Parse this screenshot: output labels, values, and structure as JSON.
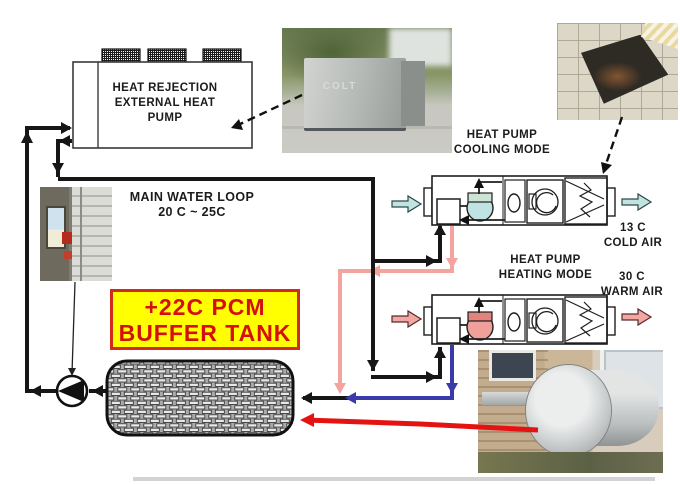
{
  "diagram": {
    "heat_rejection_unit": {
      "line1": "HEAT REJECTION",
      "line2": "EXTERNAL HEAT",
      "line3": "PUMP"
    },
    "main_water_loop": {
      "line1": "MAIN WATER LOOP",
      "line2": "20 C ~ 25C"
    },
    "cooling_unit": {
      "line1": "HEAT PUMP",
      "line2": "COOLING MODE"
    },
    "heating_unit": {
      "line1": "HEAT PUMP",
      "line2": "HEATING MODE"
    },
    "cold_air": {
      "line1": "13 C",
      "line2": "COLD AIR"
    },
    "warm_air": {
      "line1": "30 C",
      "line2": "WARM AIR"
    },
    "buffer_tank_label": {
      "line1": "+22C PCM",
      "line2": "BUFFER TANK"
    },
    "photo_brand": "COLT"
  },
  "colors": {
    "pipe_black": "#161616",
    "pipe_pink": "#f3a49e",
    "pipe_blue": "#3a3aab",
    "pipe_red": "#e51212",
    "air_cold": "#c2e3e0",
    "air_warm": "#f2a8a2",
    "coil_cool": "#bfe2e2",
    "coil_heat": "#efa09b",
    "coil_top_cool": "#cde3d6",
    "coil_top_heat": "#e2837c",
    "label_bg_yellow": "#ffff00",
    "label_red": "#d40f0f"
  }
}
